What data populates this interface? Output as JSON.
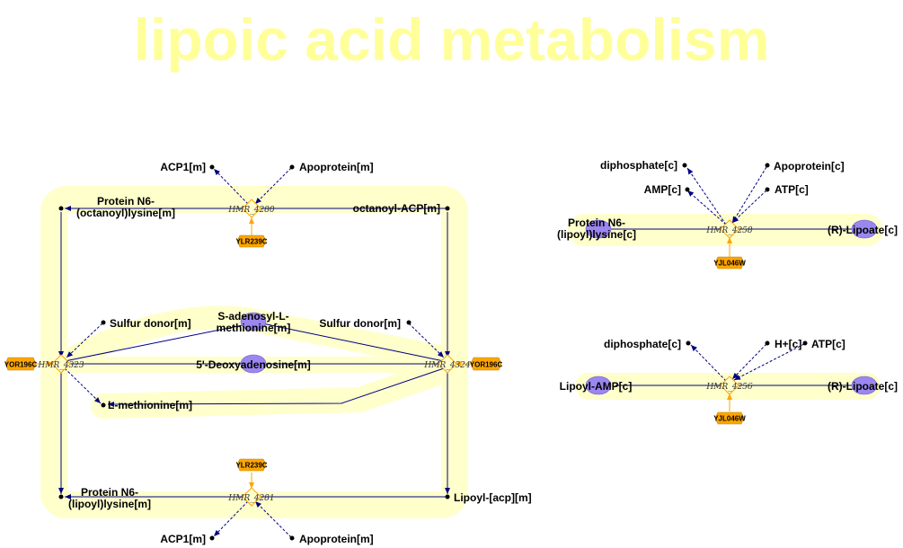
{
  "title": "lipoic acid metabolism",
  "colors": {
    "highlight": "#ffffcc",
    "title": "#ffff99",
    "edge": "#000080",
    "modifier": "#ffa500",
    "metabolite_fill": "#9b87f0",
    "gene_fill": "#ffa500"
  },
  "metabolites": {
    "acp1_top": "ACP1[m]",
    "apoprotein_top": "Apoprotein[m]",
    "n6_octanoyl": "Protein N6-\n(octanoyl)lysine[m]",
    "octanoyl_acp": "octanoyl-ACP[m]",
    "sulfur_donor_left": "Sulfur donor[m]",
    "sam": "S-adenosyl-L-\nmethionine[m]",
    "sulfur_donor_right": "Sulfur donor[m]",
    "deoxyadenosine": "5'-Deoxyadenosine[m]",
    "methionine": "L-methionine[m]",
    "n6_lipoyl_m": "Protein N6-\n(lipoyl)lysine[m]",
    "lipoyl_acp": "Lipoyl-[acp][m]",
    "acp1_bottom": "ACP1[m]",
    "apoprotein_bottom": "Apoprotein[m]",
    "diphosphate_1": "diphosphate[c]",
    "apoprotein_c": "Apoprotein[c]",
    "amp_c": "AMP[c]",
    "atp_c_1": "ATP[c]",
    "n6_lipoyl_c": "Protein N6-\n(lipoyl)lysine[c]",
    "r_lipoate_1": "(R)-Lipoate[c]",
    "diphosphate_2": "diphosphate[c]",
    "h_c": "H+[c]",
    "atp_c_2": "ATP[c]",
    "lipoyl_amp": "Lipoyl-AMP[c]",
    "r_lipoate_2": "(R)-Lipoate[c]"
  },
  "reactions": {
    "r4280": "HMR_4280",
    "r4323": "HMR_4323",
    "r4324": "HMR_4324",
    "r4281": "HMR_4281",
    "r4258": "HMR_4258",
    "r4256": "HMR_4256"
  },
  "genes": {
    "ylr239c_top": "YLR239C",
    "yor196c_left": "YOR196C",
    "yor196c_right": "YOR196C",
    "ylr239c_bottom": "YLR239C",
    "yjl046w_1": "YJL046W",
    "yjl046w_2": "YJL046W"
  }
}
